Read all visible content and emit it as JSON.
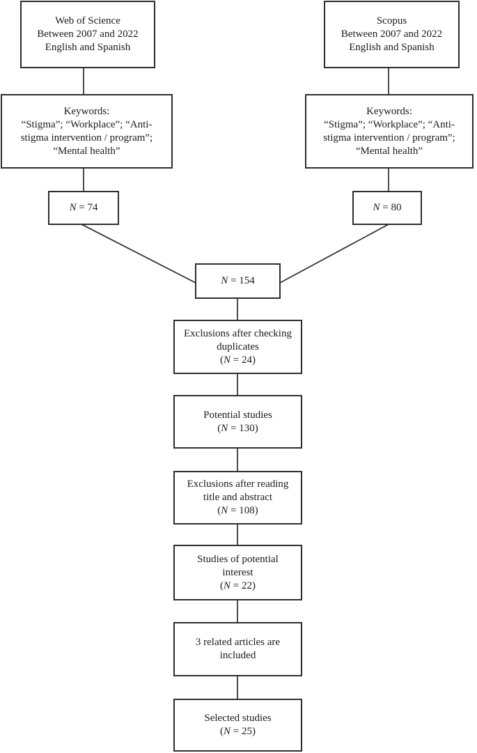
{
  "colors": {
    "line-color": "#2d2d2d",
    "text-color": "#1a1a1a",
    "box-bg": "#ffffff"
  },
  "diagram": {
    "nodes": {
      "wos": {
        "lines": [
          "Web of Science",
          "Between 2007 and 2022",
          "English and Spanish"
        ]
      },
      "scopus": {
        "lines": [
          "Scopus",
          "Between 2007 and 2022",
          "English and Spanish"
        ]
      },
      "keywords_left": {
        "lines": [
          "Keywords:",
          "“Stigma”; “Workplace”; “Anti-",
          "stigma intervention / program”;",
          "“Mental health”"
        ]
      },
      "keywords_right": {
        "lines": [
          "Keywords:",
          "“Stigma”; “Workplace”; “Anti-",
          "stigma intervention / program”;",
          "“Mental health”"
        ]
      },
      "n74": {
        "stat": {
          "pre": "",
          "n": "N",
          "post": " = 74"
        }
      },
      "n80": {
        "stat": {
          "pre": "",
          "n": "N",
          "post": " = 80"
        }
      },
      "n154": {
        "stat": {
          "pre": "",
          "n": "N",
          "post": " = 154"
        }
      },
      "exclusions_duplicates": {
        "lines": [
          "Exclusions after checking",
          "duplicates"
        ],
        "stat": {
          "pre": "(",
          "n": "N",
          "post": " = 24)"
        }
      },
      "potential_studies": {
        "lines": [
          "Potential studies"
        ],
        "stat": {
          "pre": "(",
          "n": "N",
          "post": " = 130)"
        }
      },
      "exclusions_reading": {
        "lines": [
          "Exclusions after reading",
          "title and abstract"
        ],
        "stat": {
          "pre": "(",
          "n": "N",
          "post": " = 108)"
        }
      },
      "studies_interest": {
        "lines": [
          "Studies of potential",
          "interest"
        ],
        "stat": {
          "pre": "(",
          "n": "N",
          "post": " = 22)"
        }
      },
      "related_articles": {
        "lines": [
          "3 related articles are",
          "included"
        ]
      },
      "selected_studies": {
        "lines": [
          "Selected studies"
        ],
        "stat": {
          "pre": "(",
          "n": "N",
          "post": " = 25)"
        }
      }
    }
  }
}
